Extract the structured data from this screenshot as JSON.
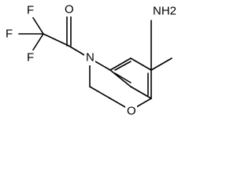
{
  "structure": {
    "atom_labels": {
      "amine": "NH2",
      "ring_nitrogen": "N",
      "ring_oxygen": "O",
      "carbonyl_oxygen": "O",
      "fluorine_top": "F",
      "fluorine_left": "F",
      "fluorine_bottom": "F"
    }
  }
}
